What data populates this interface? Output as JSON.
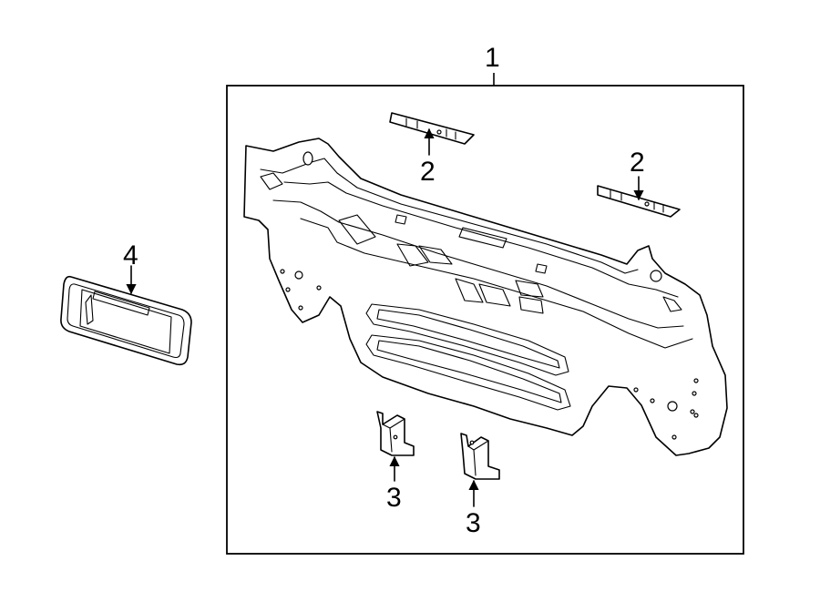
{
  "callouts": {
    "assembly": "1",
    "reinforcement_left": "2",
    "reinforcement_right": "2",
    "bracket_left": "3",
    "bracket_right": "3",
    "grille": "4"
  }
}
